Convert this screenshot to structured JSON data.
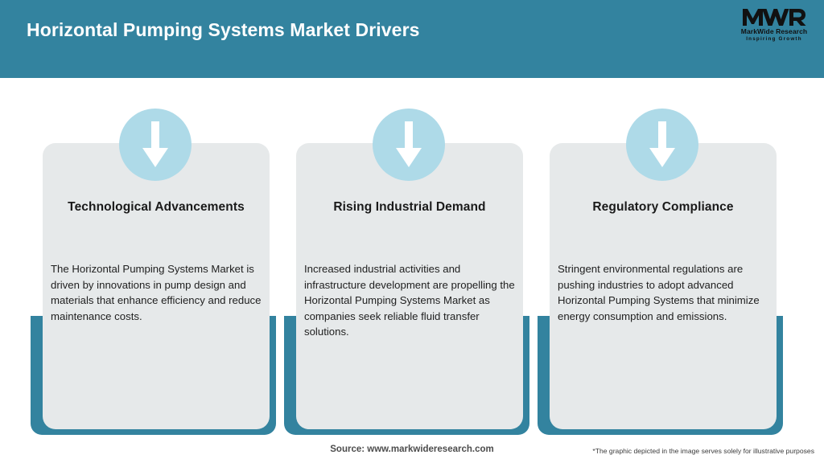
{
  "header": {
    "title": "Horizontal Pumping Systems Market Drivers",
    "bg_color": "#33839F",
    "title_color": "#FFFFFF"
  },
  "logo": {
    "mark": "MWR",
    "name": "MarkWide Research",
    "tagline": "Inspiring Growth"
  },
  "theme": {
    "teal": "#33839F",
    "card_gray": "#E6E9EA",
    "badge_blue": "#AEDAE8",
    "arrow_white": "#FFFFFF",
    "page_bg": "#FFFFFF"
  },
  "cards": [
    {
      "icon": "arrow-down-icon",
      "title": "Technological Advancements",
      "body": "The Horizontal Pumping Systems Market is driven by innovations in pump design and materials that enhance efficiency and reduce maintenance costs."
    },
    {
      "icon": "arrow-down-icon",
      "title": "Rising Industrial Demand",
      "body": "Increased industrial activities and infrastructure development are propelling the Horizontal Pumping Systems Market as companies seek reliable fluid transfer solutions."
    },
    {
      "icon": "arrow-down-icon",
      "title": "Regulatory Compliance",
      "body": "Stringent environmental regulations are pushing industries to adopt advanced Horizontal Pumping Systems that minimize energy consumption and emissions."
    }
  ],
  "footer": {
    "source": "Source: www.markwideresearch.com",
    "note": "*The graphic depicted in the image serves solely for illustrative purposes"
  }
}
